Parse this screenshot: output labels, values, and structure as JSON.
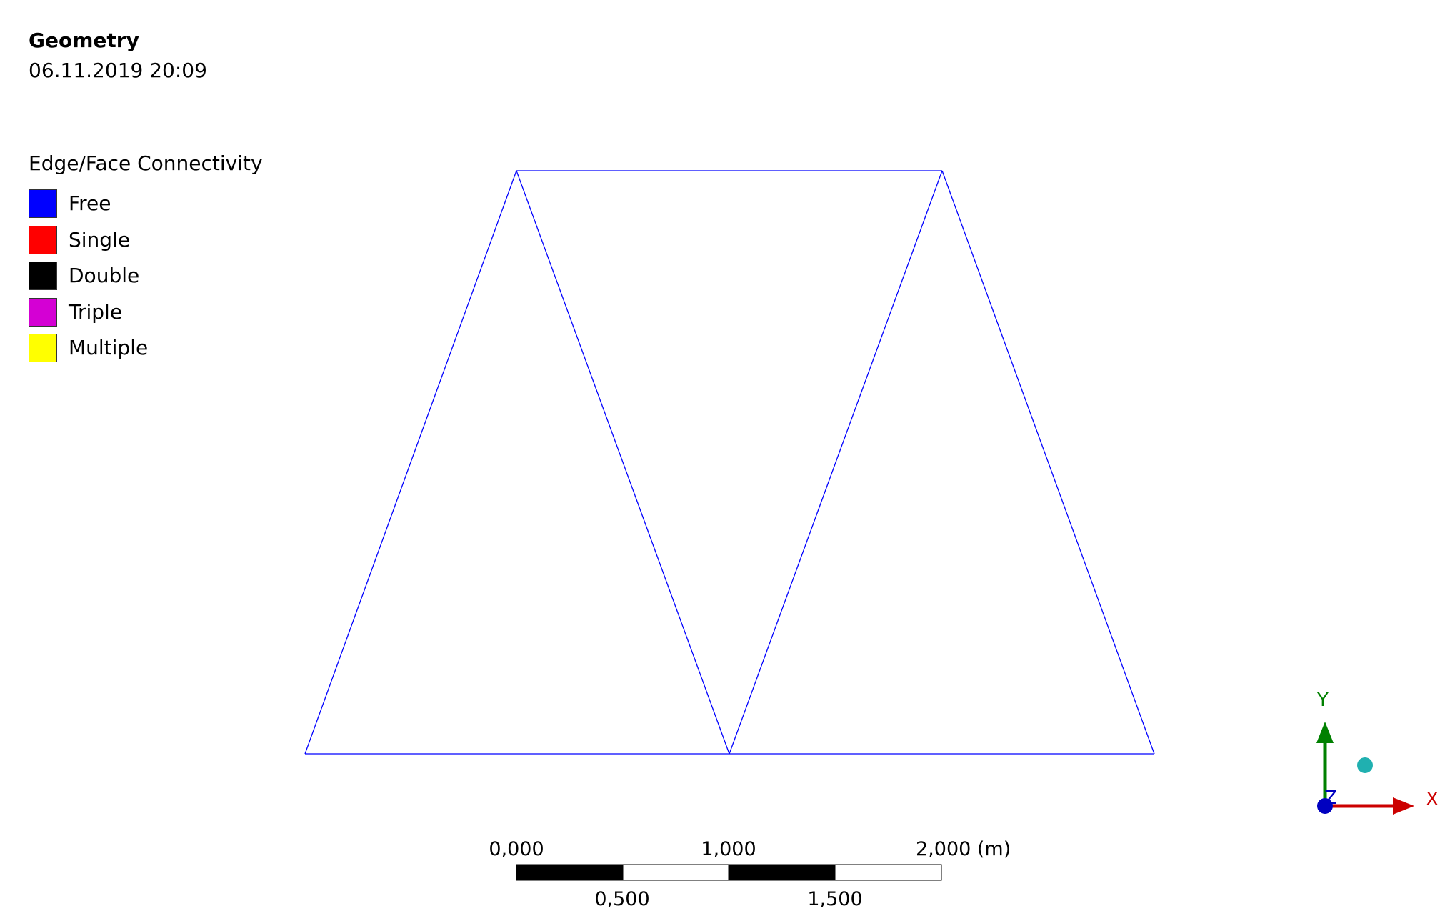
{
  "header": {
    "title": "Geometry",
    "datetime": "06.11.2019 20:09"
  },
  "legend": {
    "title": "Edge/Face Connectivity",
    "items": [
      {
        "label": "Free",
        "color": "#0000ff"
      },
      {
        "label": "Single",
        "color": "#ff0000"
      },
      {
        "label": "Double",
        "color": "#000000"
      },
      {
        "label": "Triple",
        "color": "#d400d4"
      },
      {
        "label": "Multiple",
        "color": "#ffff00"
      }
    ]
  },
  "model": {
    "edge_color": "#0000ff",
    "shape": "truss"
  },
  "scale_bar": {
    "top_labels": [
      "0,000",
      "1,000",
      "2,000 (m)"
    ],
    "bottom_labels": [
      "0,500",
      "1,500"
    ]
  },
  "triad": {
    "x_label": "X",
    "y_label": "Y",
    "z_label": "Z",
    "x_color": "#cc0000",
    "y_color": "#008000",
    "z_color": "#0000c0",
    "iso_ball_color": "#20b0b0"
  }
}
